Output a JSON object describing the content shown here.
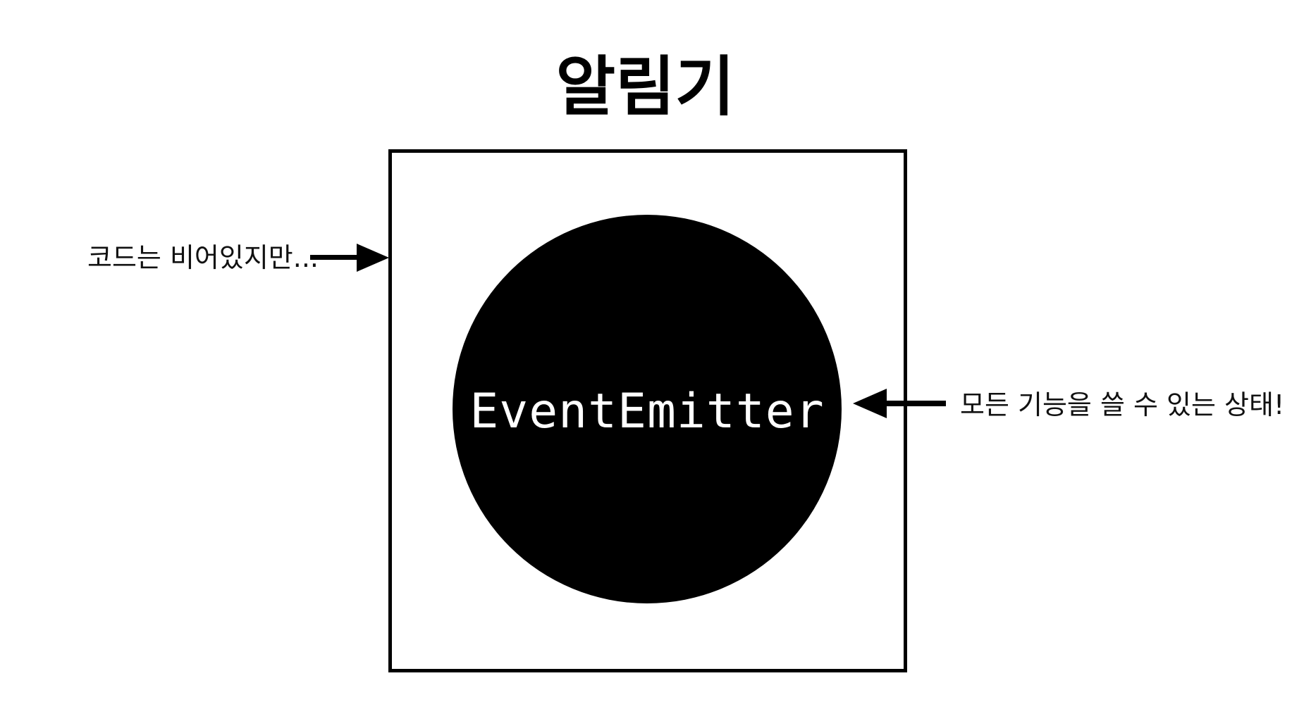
{
  "diagram": {
    "title": "알림기",
    "container": {
      "label": "",
      "shape": "square"
    },
    "core": {
      "label": "EventEmitter",
      "shape": "circle",
      "fill": "#000000",
      "text_color": "#ffffff"
    },
    "annotations": [
      {
        "id": "left",
        "text": "코드는 비어있지만...",
        "arrow_direction": "right",
        "points_to": "container"
      },
      {
        "id": "right",
        "text": "모든 기능을 쓸 수 있는 상태!",
        "arrow_direction": "left",
        "points_to": "core"
      }
    ],
    "colors": {
      "background": "#ffffff",
      "stroke": "#000000"
    }
  }
}
